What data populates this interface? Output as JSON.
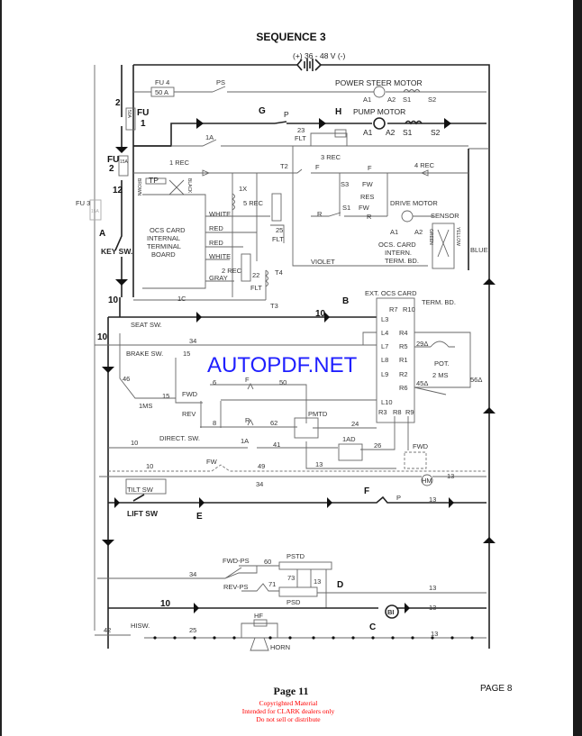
{
  "document": {
    "title": "SEQUENCE 3",
    "page_label": "Page 11",
    "page_right": "PAGE 8",
    "watermark": "AUTOPDF.NET",
    "copyright": [
      "Copyrighted Material",
      "Intended for CLARK dealers only",
      "Do not sell or distribute"
    ]
  },
  "diagram": {
    "battery": "(+) 36 - 48 V (-)",
    "fu4": "FU 4",
    "fu4_rating": "50 A",
    "ps": "PS",
    "power_steer_motor": "POWER STEER MOTOR",
    "a1": "A1",
    "a2": "A2",
    "s1": "S1",
    "s2": "S2",
    "wire2": "2",
    "fu1": "FU",
    "fu1_num": "1",
    "fu1_rating": "50A",
    "g": "G",
    "p": "P",
    "h": "H",
    "pump_motor": "PUMP MOTOR",
    "fu2": "FU",
    "fu2_num": "2",
    "fu2_rating": "15A",
    "ia": "1A",
    "flt23": "23",
    "flt": "FLT",
    "rec3": "3 REC",
    "rec1": "1 REC",
    "t2": "T2",
    "f": "F",
    "rec4": "4 REC",
    "wire12": "12",
    "tp": "TP",
    "ix": "1X",
    "s3": "S3",
    "fw": "FW",
    "res": "RES",
    "r": "R",
    "drive_motor": "DRIVE MOTOR",
    "sensor": "SENSOR",
    "fu3": "FU 3",
    "fu3_rating": "15A",
    "a": "A",
    "key_sw": "KEY SW.",
    "ocs_card_internal": [
      "OCS CARD",
      "INTERNAL",
      "TERMINAL",
      "BOARD"
    ],
    "white": "WHITE",
    "red": "RED",
    "gray": "GRAY",
    "brown": "BROWN",
    "black": "BLACK",
    "rec5": "5 REC",
    "flt25": "25",
    "rec2": "2 REC",
    "flt22": "22",
    "t4": "T4",
    "t3": "T3",
    "violet": "VIOLET",
    "ocs_card_intern": [
      "OCS. CARD",
      "INTERN.",
      "TERM. BD."
    ],
    "green": "GREEN",
    "yellow": "YELLOW",
    "blue": "BLUE",
    "wire10": "10",
    "ic": "1C",
    "b": "B",
    "ext_ocs_card": "EXT. OCS CARD",
    "term_bd": "TERM. BD.",
    "terminals_left": [
      "L3",
      "L4",
      "L7",
      "L8",
      "L9",
      "L10"
    ],
    "terminals_right": [
      "R7",
      "R10",
      "R4",
      "R5",
      "R1",
      "R2",
      "R6",
      "R3",
      "R8",
      "R9"
    ],
    "seat_sw": "SEAT SW.",
    "brake_sw": "BRAKE SW.",
    "wire34": "34",
    "wire15": "15",
    "wire46": "46",
    "wire6": "6",
    "wire50": "50",
    "ims": "1MS",
    "fwd": "FWD",
    "rev": "REV",
    "wire8": "8",
    "wire62": "62",
    "wire24": "24",
    "pot": "POT.",
    "ms2": "2 MS",
    "wire29a": "29Δ",
    "wire45a": "45Δ",
    "wire56a": "56Δ",
    "pmtd": "PMTD",
    "direct_sw": "DIRECT. SW.",
    "wire41": "41",
    "iad": "1AD",
    "wire26": "26",
    "wire13": "13",
    "wire49": "49",
    "fwd_box": "FWD",
    "hm": "HM",
    "tilt_sw": "TILT SW",
    "lift_sw": "LIFT SW",
    "e": "E",
    "fwd_ps": "FWD-PS",
    "rev_ps": "REV-PS",
    "wire60": "60",
    "wire71": "71",
    "wire73": "73",
    "pstd": "PSTD",
    "psd": "PSD",
    "d": "D",
    "bi": "BI",
    "wire42": "42",
    "hisw": "HISW.",
    "wire25": "25",
    "hf": "HF",
    "horn": "HORN",
    "c": "C"
  }
}
